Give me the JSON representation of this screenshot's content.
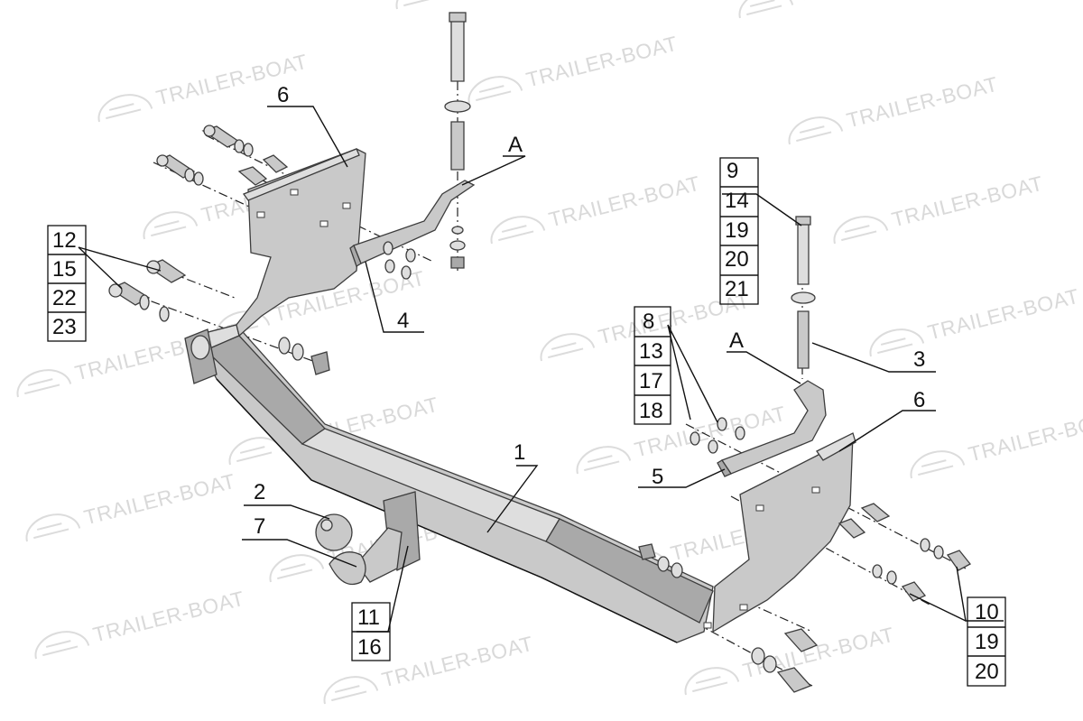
{
  "watermark": {
    "text": "TRAILER-BOAT"
  },
  "callouts": {
    "c1": "1",
    "c2": "2",
    "c3": "3",
    "c4": "4",
    "c5": "5",
    "c6_left": "6",
    "c6_right": "6",
    "c7": "7",
    "cA_left": "A",
    "cA_right": "A"
  },
  "tables": {
    "t_12": [
      "12",
      "15",
      "22",
      "23"
    ],
    "t_9": [
      "9",
      "14",
      "19",
      "20",
      "21"
    ],
    "t_8": [
      "8",
      "13",
      "17",
      "18"
    ],
    "t_11": [
      "11",
      "16"
    ],
    "t_10": [
      "10",
      "19",
      "20"
    ]
  }
}
